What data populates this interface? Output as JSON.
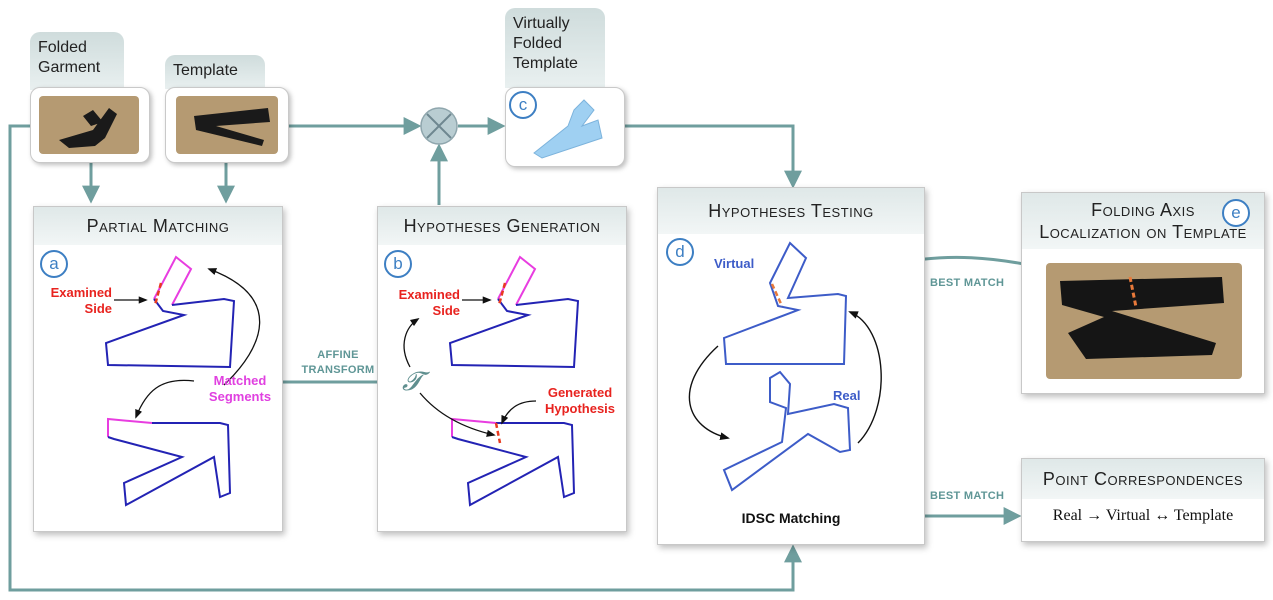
{
  "tabs": {
    "folded_garment": "Folded\nGarment",
    "template": "Template",
    "virtually_folded": "Virtually\nFolded\nTemplate"
  },
  "panels": {
    "partial_matching": {
      "title": "Partial Matching",
      "badge": "a",
      "examined_side": "Examined\nSide",
      "matched_segments": "Matched\nSegments"
    },
    "hypotheses_generation": {
      "title": "Hypotheses Generation",
      "badge": "b",
      "examined_side": "Examined\nSide",
      "generated_hypothesis": "Generated\nHypothesis",
      "tau": "𝓣"
    },
    "hypotheses_testing": {
      "title": "Hypotheses Testing",
      "badge": "d",
      "virtual": "Virtual",
      "real": "Real",
      "idsc": "IDSC Matching"
    },
    "folding_axis": {
      "title": "Folding Axis\nLocalization on Template",
      "badge": "e"
    },
    "point_correspondences": {
      "title": "Point Correspondences",
      "formula": "Real → Virtual ↔ Template"
    }
  },
  "badge_c": "c",
  "edge_labels": {
    "affine": "AFFINE\nTRANSFORM",
    "best_match_1": "BEST MATCH",
    "best_match_2": "BEST MATCH"
  },
  "colors": {
    "flow": "#6f9e9e",
    "contour": "#2323b4",
    "highlight": "#e83de0",
    "fold": "#e83a1f",
    "badge": "#3d7fc3",
    "virtual_fill": "#9fd0f2"
  }
}
